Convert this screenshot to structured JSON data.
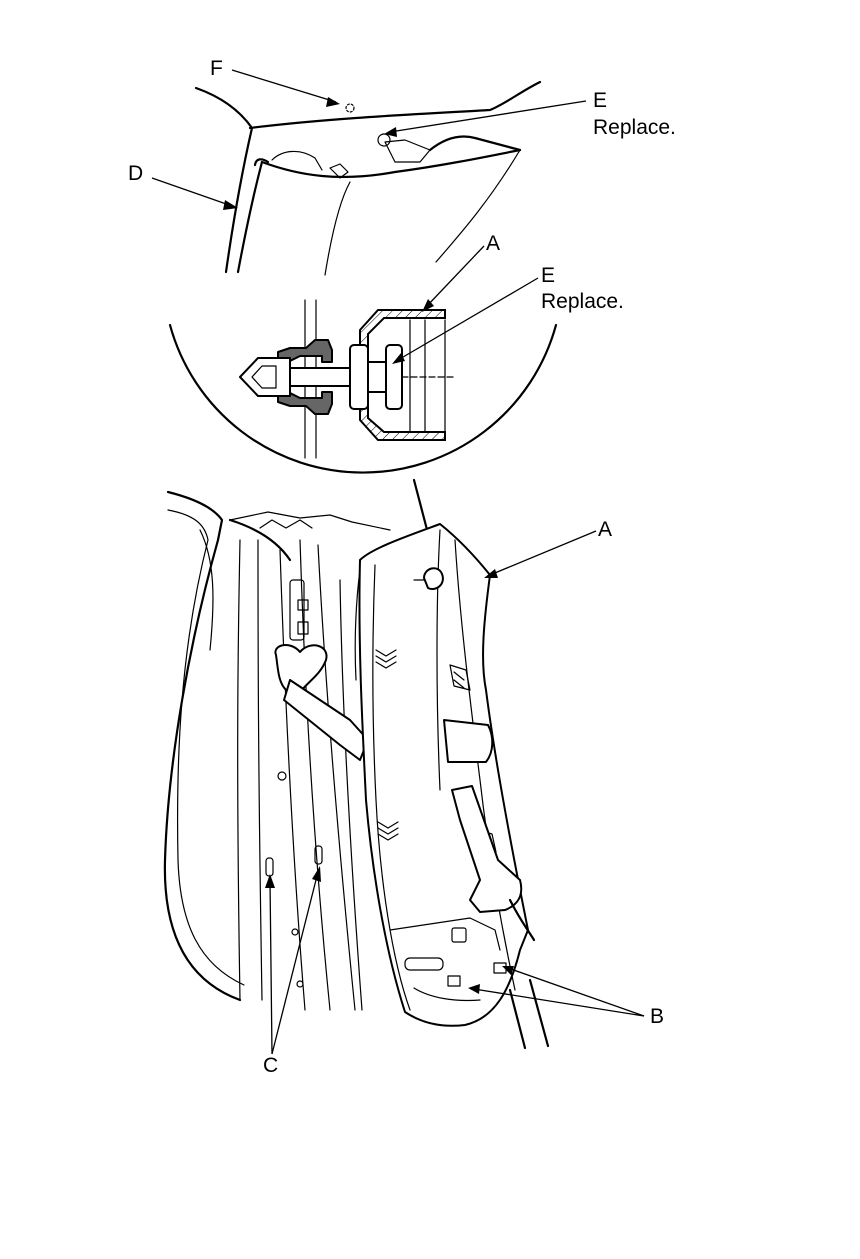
{
  "callouts": {
    "F": {
      "letter": "F"
    },
    "E_top": {
      "letter": "E",
      "note": "Replace."
    },
    "D": {
      "letter": "D"
    },
    "A_detail": {
      "letter": "A"
    },
    "E_detail": {
      "letter": "E",
      "note": "Replace."
    },
    "A_main": {
      "letter": "A"
    },
    "B": {
      "letter": "B"
    },
    "C": {
      "letter": "C"
    }
  }
}
